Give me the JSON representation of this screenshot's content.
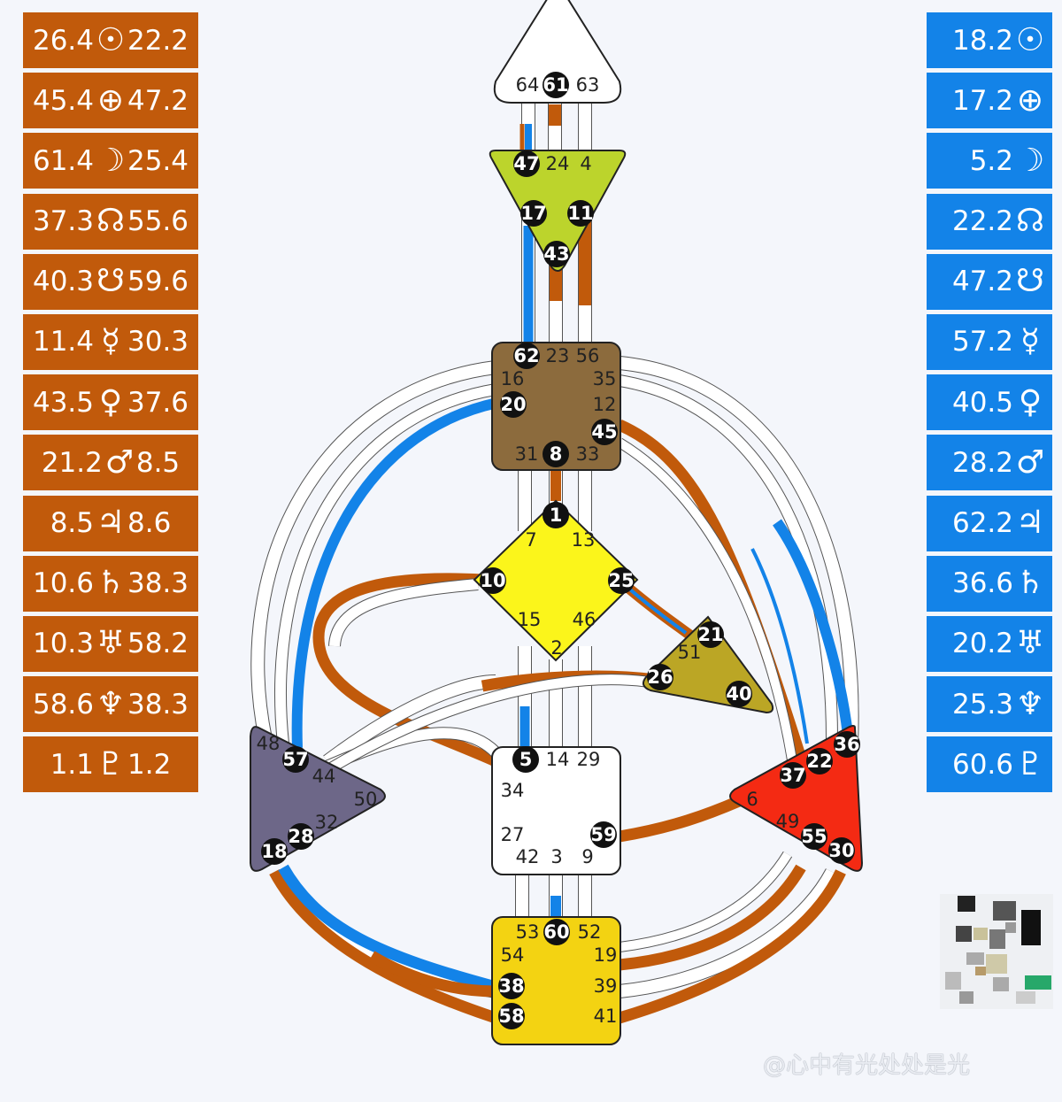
{
  "design_column": [
    {
      "left": "26.4",
      "symbol": "☉",
      "right": "22.2"
    },
    {
      "left": "45.4",
      "symbol": "⊕",
      "right": "47.2"
    },
    {
      "left": "61.4",
      "symbol": "☽",
      "right": "25.4"
    },
    {
      "left": "37.3",
      "symbol": "☊",
      "right": "55.6"
    },
    {
      "left": "40.3",
      "symbol": "☋",
      "right": "59.6"
    },
    {
      "left": "11.4",
      "symbol": "☿",
      "right": "30.3"
    },
    {
      "left": "43.5",
      "symbol": "♀",
      "right": "37.6"
    },
    {
      "left": "21.2",
      "symbol": "♂",
      "right": "8.5"
    },
    {
      "left": "8.5",
      "symbol": "♃",
      "right": "8.6"
    },
    {
      "left": "10.6",
      "symbol": "♄",
      "right": "38.3"
    },
    {
      "left": "10.3",
      "symbol": "♅",
      "right": "58.2"
    },
    {
      "left": "58.6",
      "symbol": "♆",
      "right": "38.3"
    },
    {
      "left": "1.1",
      "symbol": "♇",
      "right": "1.2"
    }
  ],
  "personality_column": [
    {
      "value": "18.2",
      "symbol": "☉"
    },
    {
      "value": "17.2",
      "symbol": "⊕"
    },
    {
      "value": "5.2",
      "symbol": "☽"
    },
    {
      "value": "22.2",
      "symbol": "☊"
    },
    {
      "value": "47.2",
      "symbol": "☋"
    },
    {
      "value": "57.2",
      "symbol": "☿"
    },
    {
      "value": "40.5",
      "symbol": "♀"
    },
    {
      "value": "28.2",
      "symbol": "♂"
    },
    {
      "value": "62.2",
      "symbol": "♃"
    },
    {
      "value": "36.6",
      "symbol": "♄"
    },
    {
      "value": "20.2",
      "symbol": "♅"
    },
    {
      "value": "25.3",
      "symbol": "♆"
    },
    {
      "value": "60.6",
      "symbol": "♇"
    }
  ],
  "colors": {
    "design": "#c15a0b",
    "personality": "#1383e8",
    "head": "#ffffff",
    "ajna": "#bcd42c",
    "throat": "#8c6b3d",
    "g_center": "#fbf51b",
    "ego": "#bba625",
    "spleen": "#6d6788",
    "sacral": "#ffffff",
    "solar_plexus": "#f42a13",
    "root": "#f3d312"
  },
  "centers": {
    "head": {
      "gates": [
        "64",
        "61",
        "63"
      ]
    },
    "ajna": {
      "gates": [
        "47",
        "24",
        "4",
        "17",
        "11",
        "43"
      ]
    },
    "throat": {
      "gates": [
        "62",
        "23",
        "56",
        "16",
        "35",
        "20",
        "12",
        "45",
        "31",
        "8",
        "33"
      ]
    },
    "g": {
      "gates": [
        "1",
        "7",
        "13",
        "10",
        "25",
        "15",
        "46",
        "2"
      ]
    },
    "ego": {
      "gates": [
        "21",
        "51",
        "26",
        "40"
      ]
    },
    "spleen": {
      "gates": [
        "48",
        "57",
        "44",
        "50",
        "32",
        "28",
        "18"
      ]
    },
    "sacral": {
      "gates": [
        "5",
        "14",
        "29",
        "34",
        "27",
        "59",
        "42",
        "3",
        "9"
      ]
    },
    "solar_plexus": {
      "gates": [
        "36",
        "22",
        "37",
        "6",
        "49",
        "55",
        "30"
      ]
    },
    "root": {
      "gates": [
        "53",
        "60",
        "52",
        "54",
        "19",
        "38",
        "39",
        "58",
        "41"
      ]
    }
  },
  "watermark": "@心中有光处处是光"
}
